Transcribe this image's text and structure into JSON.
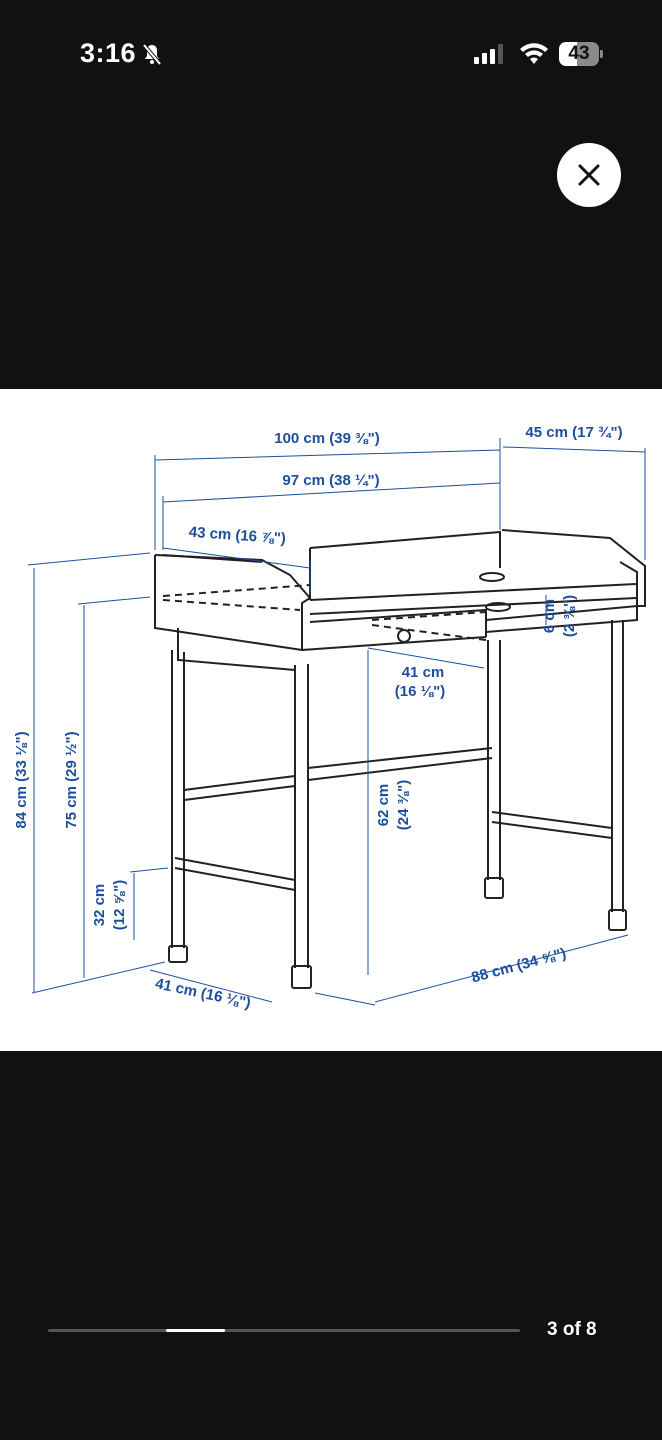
{
  "status_bar": {
    "time": "3:16",
    "battery": "43",
    "icons": [
      "bell-slash-icon",
      "cellular-signal-icon",
      "wifi-icon",
      "battery-icon"
    ]
  },
  "viewer": {
    "close_icon": "close-icon",
    "counter": "3 of 8",
    "current_index": 3,
    "total": 8
  },
  "diagram": {
    "width_total": "100 cm (39 ⅜\")",
    "depth_total": "45 cm (17 ¾\")",
    "width_inner": "97 cm (38 ¼\")",
    "shelf_width": "43 cm (16 ⅞\")",
    "drawer_height_cm": "6 cm",
    "drawer_height_in": "(2 ⅜\")",
    "drawer_width_cm": "41 cm",
    "drawer_width_in": "(16 ⅛\")",
    "height_total": "84 cm (33 ⅛\")",
    "height_top": "75 cm (29 ½\")",
    "rail_height_cm": "32 cm",
    "rail_height_in": "(12 ⅝\")",
    "legroom_cm": "62 cm",
    "legroom_in": "(24 ⅜\")",
    "depth_base": "41 cm (16 ⅛\")",
    "width_base": "88 cm (34 ⅝\")"
  },
  "colors": {
    "dimension": "#1c4f9c",
    "background": "#111111"
  }
}
